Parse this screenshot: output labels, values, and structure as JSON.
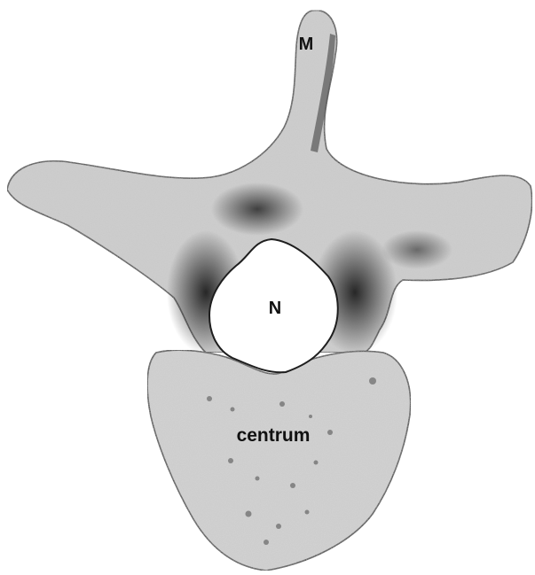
{
  "labels": {
    "spine": "M",
    "canal": "N",
    "body": "centrum"
  },
  "colors": {
    "background": "#ffffff",
    "bone_light": "#cfcfcf",
    "bone_mid": "#a9a9a9",
    "bone_dark": "#3a3a3a",
    "outline": "#2b2b2b",
    "text": "#111111"
  }
}
